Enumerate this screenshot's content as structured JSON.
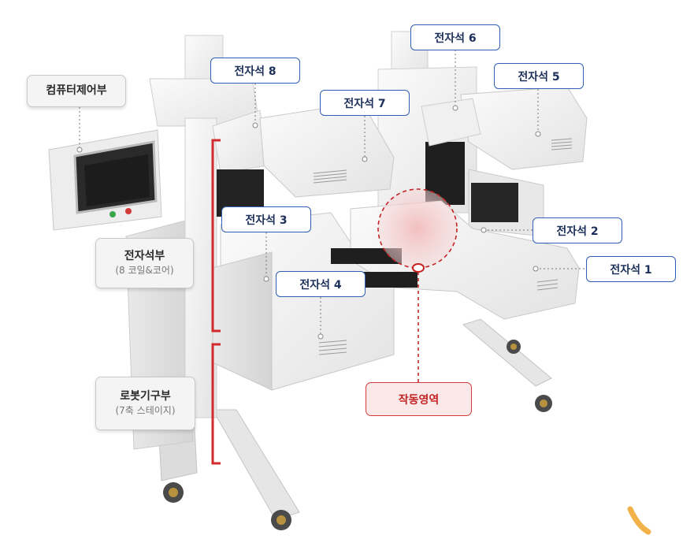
{
  "labels": {
    "magnet1": "전자석 1",
    "magnet2": "전자석 2",
    "magnet3": "전자석 3",
    "magnet4": "전자석 4",
    "magnet5": "전자석 5",
    "magnet6": "전자석 6",
    "magnet7": "전자석 7",
    "magnet8": "전자석 8"
  },
  "sections": {
    "computer_control": "컴퓨터제어부",
    "magnet_unit": {
      "title": "전자석부",
      "subtitle": "(8 코일&코어)"
    },
    "robot_unit": {
      "title": "로봇기구부",
      "subtitle": "(7축 스테이지)"
    },
    "work_area": "작동영역"
  },
  "colors": {
    "label_border": "#2f5fb3",
    "label_text": "#1c2f5a",
    "bracket_red": "#d22b2b",
    "work_area_red": "#c42323",
    "machine_white": "#f2f2f2",
    "screen_dark": "#1e1e1e"
  }
}
